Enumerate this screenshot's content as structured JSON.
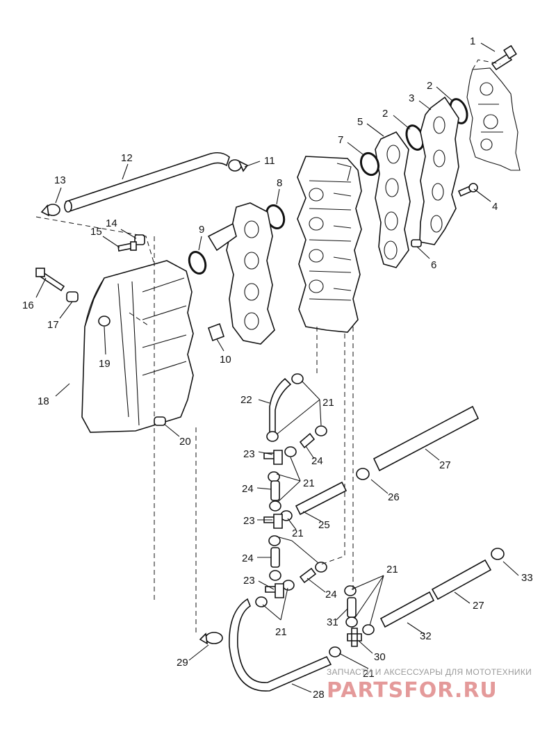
{
  "diagram": {
    "callouts": [
      "1",
      "2",
      "2",
      "3",
      "4",
      "5",
      "6",
      "7",
      "8",
      "9",
      "10",
      "11",
      "12",
      "13",
      "14",
      "15",
      "16",
      "17",
      "18",
      "19",
      "20",
      "21",
      "21",
      "21",
      "21",
      "21",
      "21",
      "22",
      "23",
      "23",
      "23",
      "24",
      "24",
      "24",
      "24",
      "25",
      "26",
      "27",
      "27",
      "28",
      "29",
      "30",
      "31",
      "32",
      "33"
    ]
  },
  "watermark": {
    "caption": "ЗАПЧАСТИ И АКСЕССУАРЫ ДЛЯ МОТОТЕХНИКИ",
    "logo": "PARTSFOR.RU",
    "color": "#e49a9a"
  }
}
